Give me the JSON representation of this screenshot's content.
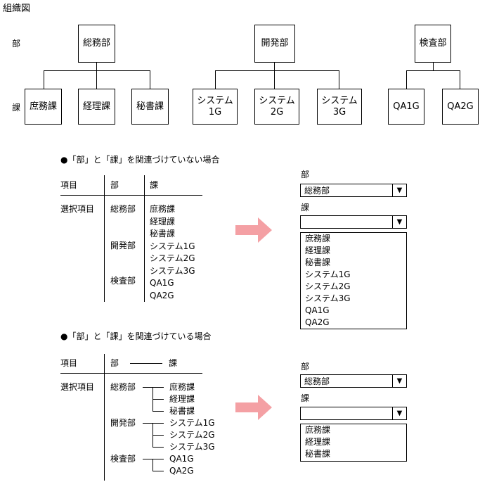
{
  "title": "組織図",
  "org": {
    "row_bu": "部",
    "row_ka": "課",
    "depts": [
      {
        "name": "総務部",
        "sections": [
          "庶務課",
          "経理課",
          "秘書課"
        ]
      },
      {
        "name": "開発部",
        "sections": [
          "システム\n1G",
          "システム\n2G",
          "システム\n3G"
        ]
      },
      {
        "name": "検査部",
        "sections": [
          "QA1G",
          "QA2G"
        ]
      }
    ]
  },
  "case1": {
    "heading": "●「部」と「課」を関連づけていない場合",
    "table": {
      "headers": [
        "項目",
        "部",
        "課"
      ],
      "row_label": "選択項目",
      "depts": [
        "総務部",
        "開発部",
        "検査部"
      ],
      "sections": [
        "庶務課",
        "経理課",
        "秘書課",
        "システム1G",
        "システム2G",
        "システム3G",
        "QA1G",
        "QA2G"
      ]
    },
    "ui": {
      "bu_label": "部",
      "bu_value": "総務部",
      "ka_label": "課",
      "ka_value": "",
      "list": [
        "庶務課",
        "経理課",
        "秘書課",
        "システム1G",
        "システム2G",
        "システム3G",
        "QA1G",
        "QA2G"
      ]
    }
  },
  "case2": {
    "heading": "●「部」と「課」を関連づけている場合",
    "table": {
      "headers": [
        "項目",
        "部",
        "課"
      ],
      "row_label": "選択項目",
      "depts": [
        "総務部",
        "開発部",
        "検査部"
      ],
      "sections": [
        [
          "庶務課",
          "経理課",
          "秘書課"
        ],
        [
          "システム1G",
          "システム2G",
          "システム3G"
        ],
        [
          "QA1G",
          "QA2G"
        ]
      ]
    },
    "ui": {
      "bu_label": "部",
      "bu_value": "総務部",
      "ka_label": "課",
      "ka_value": "",
      "list": [
        "庶務課",
        "経理課",
        "秘書課"
      ]
    }
  },
  "colors": {
    "arrow": "#f4a0a4"
  },
  "icons": {
    "dropdown": "triangle-down-icon",
    "arrow": "right-arrow-icon"
  }
}
